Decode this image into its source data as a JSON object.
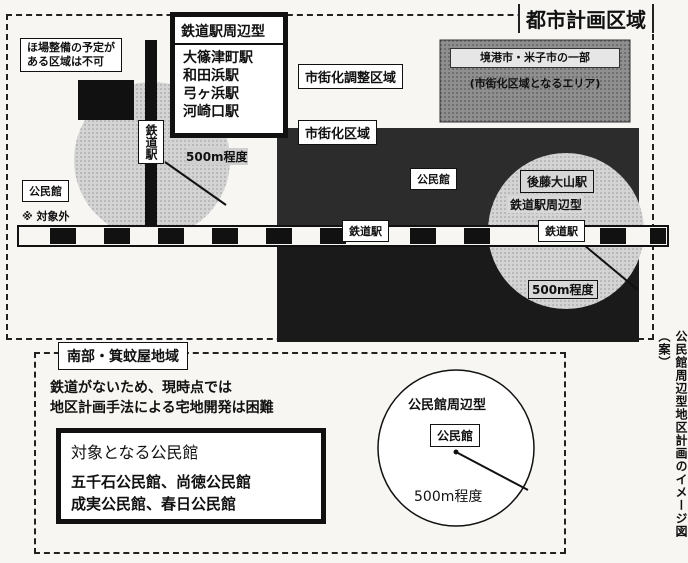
{
  "city_planning_area": {
    "title": "都市計画区域"
  },
  "no_farmland_note": {
    "line1": "ほ場整備の予定が",
    "line2": "ある区域は不可"
  },
  "station_area_type": {
    "title": "鉄道駅周辺型",
    "stations": [
      "大篠津町駅",
      "和田浜駅",
      "弓ヶ浜駅",
      "河崎口駅"
    ]
  },
  "control_area": {
    "label": "市街化調整区域"
  },
  "urbanization_area": {
    "label": "市街化区域"
  },
  "gray_area_note": {
    "line1": "境港市・米子市の一部",
    "line2": "(市街化区域となるエリア)"
  },
  "left_station": {
    "label": "鉄道駅",
    "radius_label": "500m程度"
  },
  "left_community_hall": {
    "label": "公民館",
    "excluded_note": "※ 対象外"
  },
  "center_station": {
    "label": "鉄道駅"
  },
  "center_community_hall": {
    "label": "公民館"
  },
  "right_circle": {
    "title": "後藤大山駅",
    "subtitle": "鉄道駅周辺型",
    "station_label": "鉄道駅",
    "radius_label": "500m程度"
  },
  "south_area": {
    "title": "南部・箕蚊屋地域",
    "text_line1": "鉄道がないため、現時点では",
    "text_line2": "地区計画手法による宅地開発は困難",
    "target_box": {
      "title": "対象となる公民館",
      "line1": "五千石公民館、尚徳公民館",
      "line2": "成実公民館、春日公民館"
    }
  },
  "community_hall_type": {
    "title": "公民館周辺型",
    "hall_label": "公民館",
    "radius_label": "500m程度"
  },
  "side_caption": "公民館周辺型地区計画のイメージ図（案）",
  "colors": {
    "urbanization_fill": "#2a2a2a",
    "urbanization_dark_fill": "#151515",
    "circle_fill": "#cfcfcf",
    "gray_area_fill": "#8a8a8a",
    "rail_black": "#111111",
    "background": "#f7f6f2"
  }
}
